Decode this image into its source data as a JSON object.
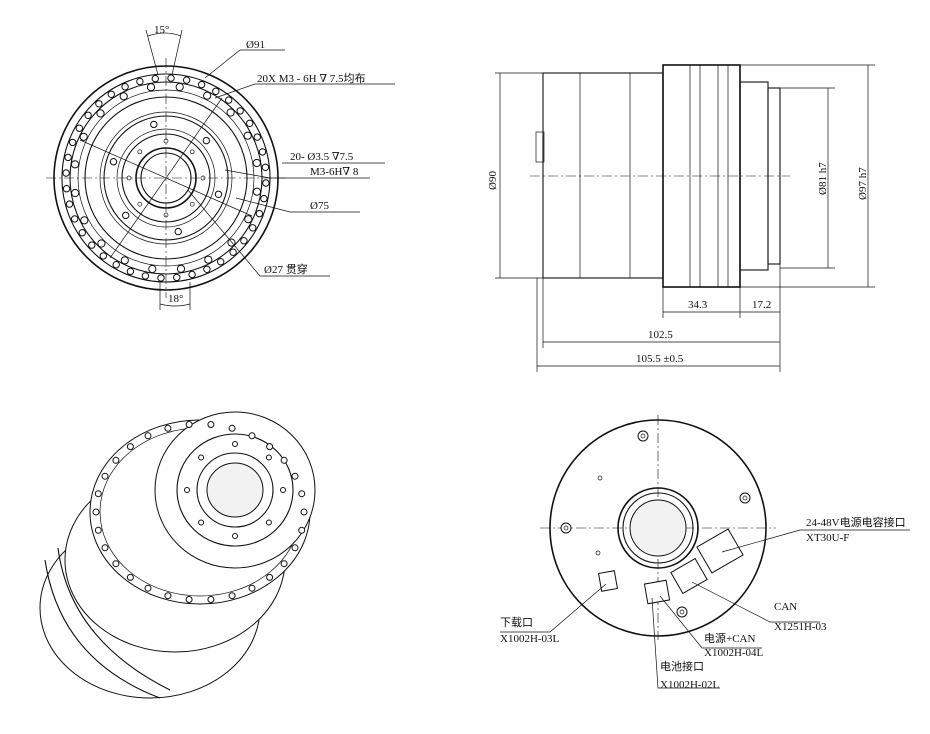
{
  "front_view": {
    "angle_top": "15°",
    "angle_bottom": "18°",
    "dia_outer": "Ø91",
    "thread_spec": "20X M3 - 6H ∇ 7.5均布",
    "hole_spec_1": "20- Ø3.5 ∇7.5",
    "hole_spec_2": "M3-6H∇ 8",
    "dia_bolt_circle": "Ø75",
    "dia_bore": "Ø27 贯穿"
  },
  "side_view": {
    "dia_body": "Ø90",
    "dia_pilot": "Ø81 h7",
    "dia_flange": "Ø97 h7",
    "len_34": "34.3",
    "len_17": "17.2",
    "len_102": "102.5",
    "len_105": "105.5 ±0.5"
  },
  "rear_view": {
    "power_label": "24-48V电源电容接口",
    "power_part": "XT30U-F",
    "can_label": "CAN",
    "can_part": "X1251H-03",
    "download_label": "下载口",
    "download_part": "X1002H-03L",
    "powercan_label": "电源+CAN",
    "powercan_part": "X1002H-04L",
    "battery_label": "电池接口",
    "battery_part": "X1002H-02L"
  }
}
